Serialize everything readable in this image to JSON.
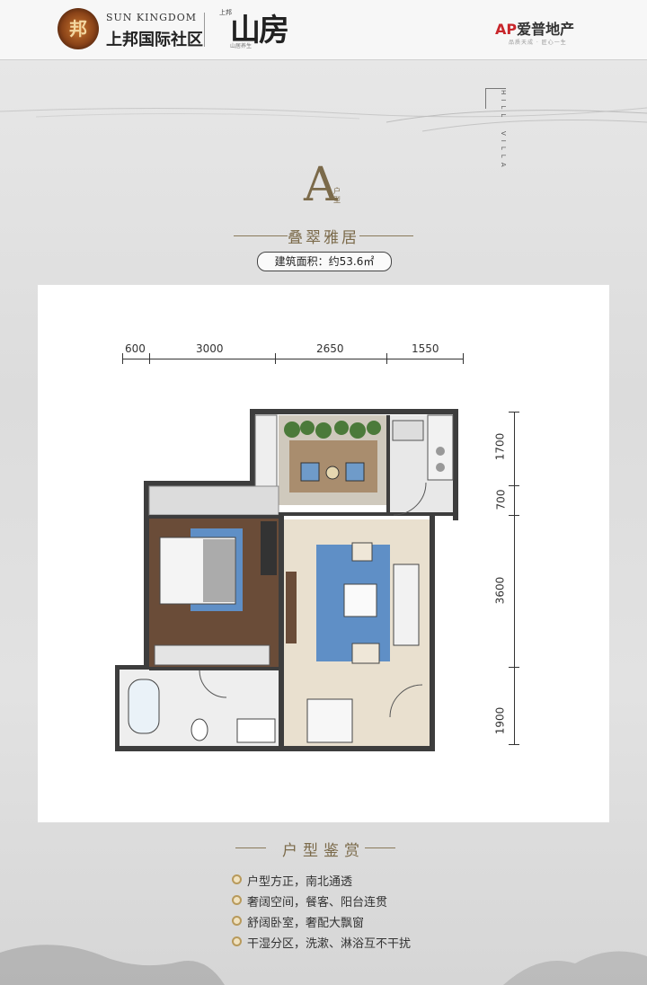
{
  "header": {
    "brand_en": "SUN KINGDOM",
    "brand_cn": "上邦国际社区",
    "project_small": "上邦",
    "project_name": "山房",
    "project_sub": "山居养生",
    "developer_prefix": "AP",
    "developer_name": "爱普地产",
    "developer_sub": "品质天成 · 匠心一生"
  },
  "hill_villa": {
    "word1": "HILL",
    "word2": "VILLA"
  },
  "unit": {
    "letter": "A",
    "letter_sub": "户型",
    "name": "叠翠雅居",
    "area": "建筑面积：约53.6㎡"
  },
  "dimensions": {
    "top": [
      "600",
      "3000",
      "2650",
      "1550"
    ],
    "right": [
      "1700",
      "700",
      "3600",
      "1900"
    ]
  },
  "features": {
    "title": "户型鉴赏",
    "items": [
      "户型方正，南北通透",
      "奢阔空间，餐客、阳台连贯",
      "舒阔卧室，奢配大飘窗",
      "干湿分区，洗漱、淋浴互不干扰"
    ]
  },
  "colors": {
    "accent": "#7b6a4a",
    "dev_red": "#c8262b",
    "wall": "#3d3d3d",
    "rug": "#5f8fc6"
  }
}
